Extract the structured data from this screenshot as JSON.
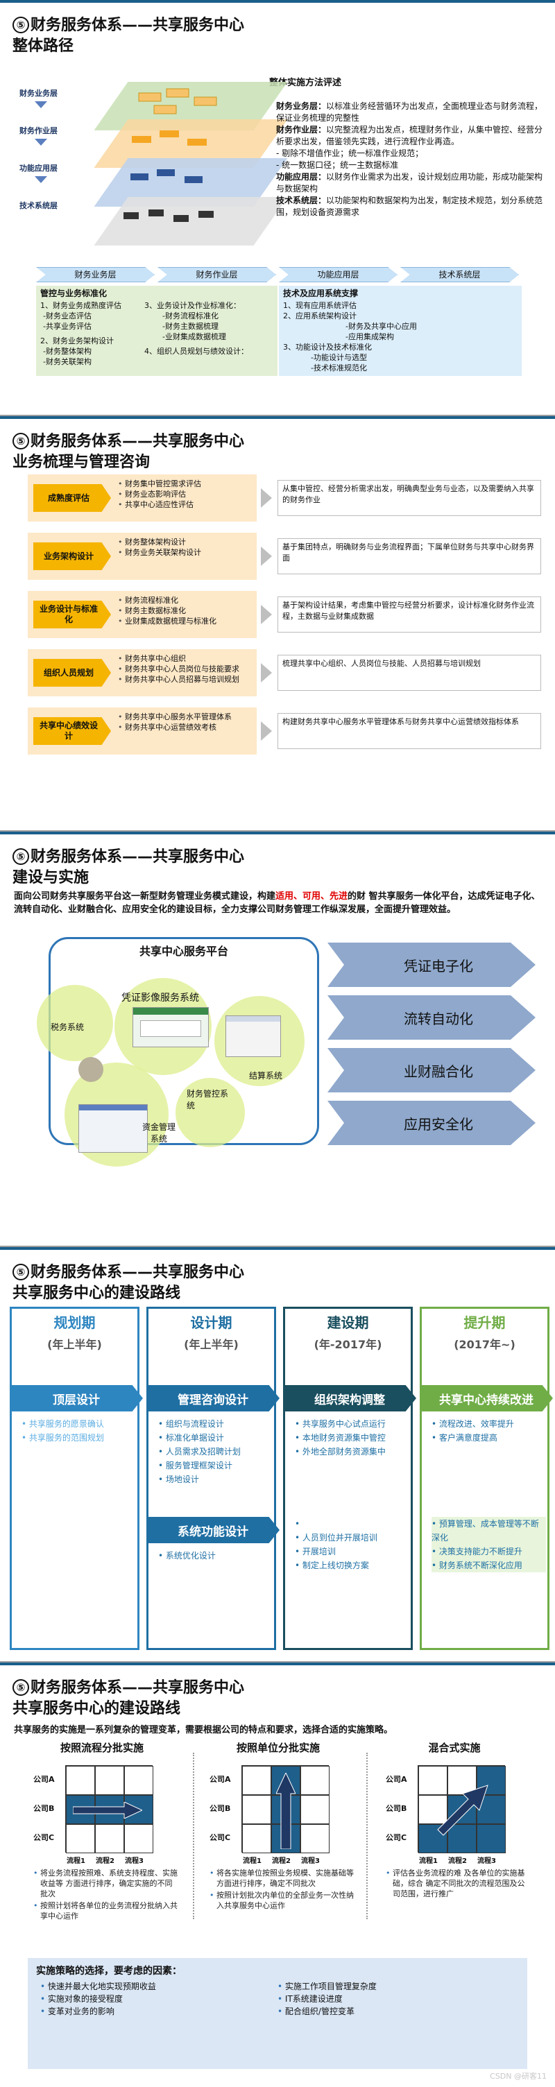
{
  "slide1": {
    "num": "⑤",
    "title1": "财务服务体系——共享服务中心",
    "title2": "整体路径",
    "subtitle": "整体实施方法评述",
    "layers": [
      "财务业务层",
      "财务作业层",
      "功能应用层",
      "技术系统层"
    ],
    "text": {
      "p1_label": "财务业务层：",
      "p1": "以标准业务经营循环为出发点，全面梳理业态与财务流程，保证业务梳理的完整性",
      "p2_label": "财务作业层：",
      "p2": "以完整流程为出发点，梳理财务作业，从集中管控、经营分析要求出发，借鉴领先实践，进行流程作业再造。",
      "p3a": "- 剔除不增值作业；统一标准作业规范；",
      "p3b": "- 统一数据口径；统一主数据标准",
      "p4_label": "功能应用层：",
      "p4": "以财务作业需求为出发，设计规划应用功能，形成功能架构与数据架构",
      "p5_label": "技术系统层：",
      "p5": "以功能架构和数据架构为出发，制定技术规范，划分系统范围，规划设备资源需求"
    },
    "tabs": [
      "财务业务层",
      "财务作业层",
      "功能应用层",
      "技术系统层"
    ],
    "left_box": {
      "heading": "管控与业务标准化",
      "col1": [
        "1、财务业务成熟度评估",
        "-财务业态评估",
        "-共享业务评估",
        "",
        "2、财务业务架构设计",
        "-财务整体架构",
        "-财务关联架构"
      ],
      "col2": [
        "3、业务设计及作业标准化：",
        "-财务流程标准化",
        "-财务主数据梳理",
        "-业财集成数据梳理",
        "",
        "4、组织人员规划与绩效设计："
      ]
    },
    "right_box": {
      "heading": "技术及应用系统支撑",
      "lines": [
        "1、现有应用系统评估",
        "2、应用系统架构设计",
        "-财务及共享中心应用",
        "-应用集成架构",
        "3、功能设计及技术标准化",
        "-功能设计与选型",
        "-技术标准规范化"
      ]
    }
  },
  "slide2": {
    "num": "⑤",
    "title1": "财务服务体系——共享服务中心",
    "title2": "业务梳理与管理咨询",
    "rows": [
      {
        "key": "成熟度评估",
        "items": [
          "财务集中管控需求评估",
          "财务业态影响评估",
          "共享中心适应性评估"
        ],
        "desc": "从集中管控、经营分析需求出发，明确典型业务与业态，以及需要纳入共享的财务作业"
      },
      {
        "key": "业务架构设计",
        "items": [
          "财务整体架构设计",
          "财务业务关联架构设计"
        ],
        "desc": "基于集团特点，明确财务与业务流程界面；下属单位财务与共享中心财务界面"
      },
      {
        "key": "业务设计与标准化",
        "items": [
          "财务流程标准化",
          "财务主数据标准化",
          "业财集成数据梳理与标准化"
        ],
        "desc": "基于架构设计结果，考虑集中管控与经营分析要求，设计标准化财务作业流程，主数据与业财集成数据"
      },
      {
        "key": "组织人员规划",
        "items": [
          "财务共享中心组织",
          "财务共享中心人员岗位与技能要求",
          "财务共享中心人员招募与培训规划"
        ],
        "desc": "梳理共享中心组织、人员岗位与技能、人员招募与培训规划"
      },
      {
        "key": "共享中心绩效设计",
        "items": [
          "财务共享中心服务水平管理体系",
          "财务共享中心运营绩效考核"
        ],
        "desc": "构建财务共享中心服务水平管理体系与财务共享中心运营绩效指标体系"
      }
    ]
  },
  "slide3": {
    "num": "⑤",
    "title1": "财务服务体系——共享服务中心",
    "title2": "建设与实施",
    "intro_a": "面向公司财务共享服务平台这一新型财务管理业务模式建设，构建",
    "intro_red": "适用、可用、先进",
    "intro_b": "的财 智共享服务一体化平台，达成凭证电子化、流转自动化、业财融合化、应用安全化的建设目标，全力支撑公司财务管理工作纵深发展，全面提升管理效益。",
    "platform_title": "共享中心服务平台",
    "modules": [
      "税务系统",
      "凭证影像服务系统",
      "结算系统",
      "财务管控系统",
      "资金管理系统"
    ],
    "goals": [
      "凭证电子化",
      "流转自动化",
      "业财融合化",
      "应用安全化"
    ]
  },
  "slide4": {
    "num": "⑤",
    "title1": "财务服务体系——共享服务中心",
    "title2": "共享服务中心的建设路线",
    "phases": [
      {
        "name": "规划期",
        "period": "(年上半年)",
        "band": "顶层设计",
        "items": [
          "共享服务的愿景确认",
          "共享服务的范围规划"
        ],
        "band2": "",
        "items2": []
      },
      {
        "name": "设计期",
        "period": "(年上半年)",
        "band": "管理咨询设计",
        "items": [
          "组织与流程设计",
          "标准化单据设计",
          "人员需求及招聘计划",
          "服务管理框架设计",
          "场地设计"
        ],
        "band2": "系统功能设计",
        "items2": [
          "系统优化设计"
        ]
      },
      {
        "name": "建设期",
        "period": "(年-2017年)",
        "band": "组织架构调整",
        "items": [
          "共享服务中心试点运行",
          "本地财务资源集中管控",
          "外地全部财务资源集中"
        ],
        "band2": "",
        "items2": [
          "",
          "人员到位并开展培训",
          "开展培训",
          "制定上线切换方案"
        ]
      },
      {
        "name": "提升期",
        "period": "(2017年~)",
        "band": "共享中心持续改进",
        "items": [
          "流程改进、效率提升",
          "客户满意度提高"
        ],
        "band2": "",
        "items2": [
          "预算管理、成本管理等不断深化",
          "决策支持能力不断提升",
          "财务系统不断深化应用"
        ]
      }
    ]
  },
  "slide5": {
    "num": "⑤",
    "title1": "财务服务体系——共享服务中心",
    "title2": "共享服务中心的建设路线",
    "intro": "共享服务的实施是一系列复杂的管理变革，需要根据公司的特点和要求，选择合适的实施策略。",
    "cols": [
      {
        "head": "按照流程分批实施",
        "items": [
          "将业务流程按照难、系统支持程度、实施收益等 方面进行排序，确定实施的不同批次",
          "按照计划将各单位的业务流程分批纳入共享中心运作"
        ]
      },
      {
        "head": "按照单位分批实施",
        "items": [
          "将各实施单位按照业务规模、实施基础等方面进行排序，确定不同批次",
          "按照计划批次内单位的全部业务一次性纳入共享服务中心运作"
        ]
      },
      {
        "head": "混合式实施",
        "items": [
          "评估各业务流程的难 及各单位的实施基础，综合 确定不同批次的流程范围及公司范围，进行推广"
        ]
      }
    ],
    "row_labels": [
      "公司A",
      "公司B",
      "公司C"
    ],
    "col_labels": [
      "流程1",
      "流程2",
      "流程3"
    ],
    "box_title": "实施策略的选择，要考虑的因素：",
    "box_left": [
      "快速并最大化地实现预期收益",
      "实施对象的接受程度",
      "变革对业务的影响"
    ],
    "box_right": [
      "实施工作项目管理复杂度",
      "IT系统建设进度",
      "配合组织/管控变革"
    ],
    "watermark": "CSDN @研客11"
  }
}
